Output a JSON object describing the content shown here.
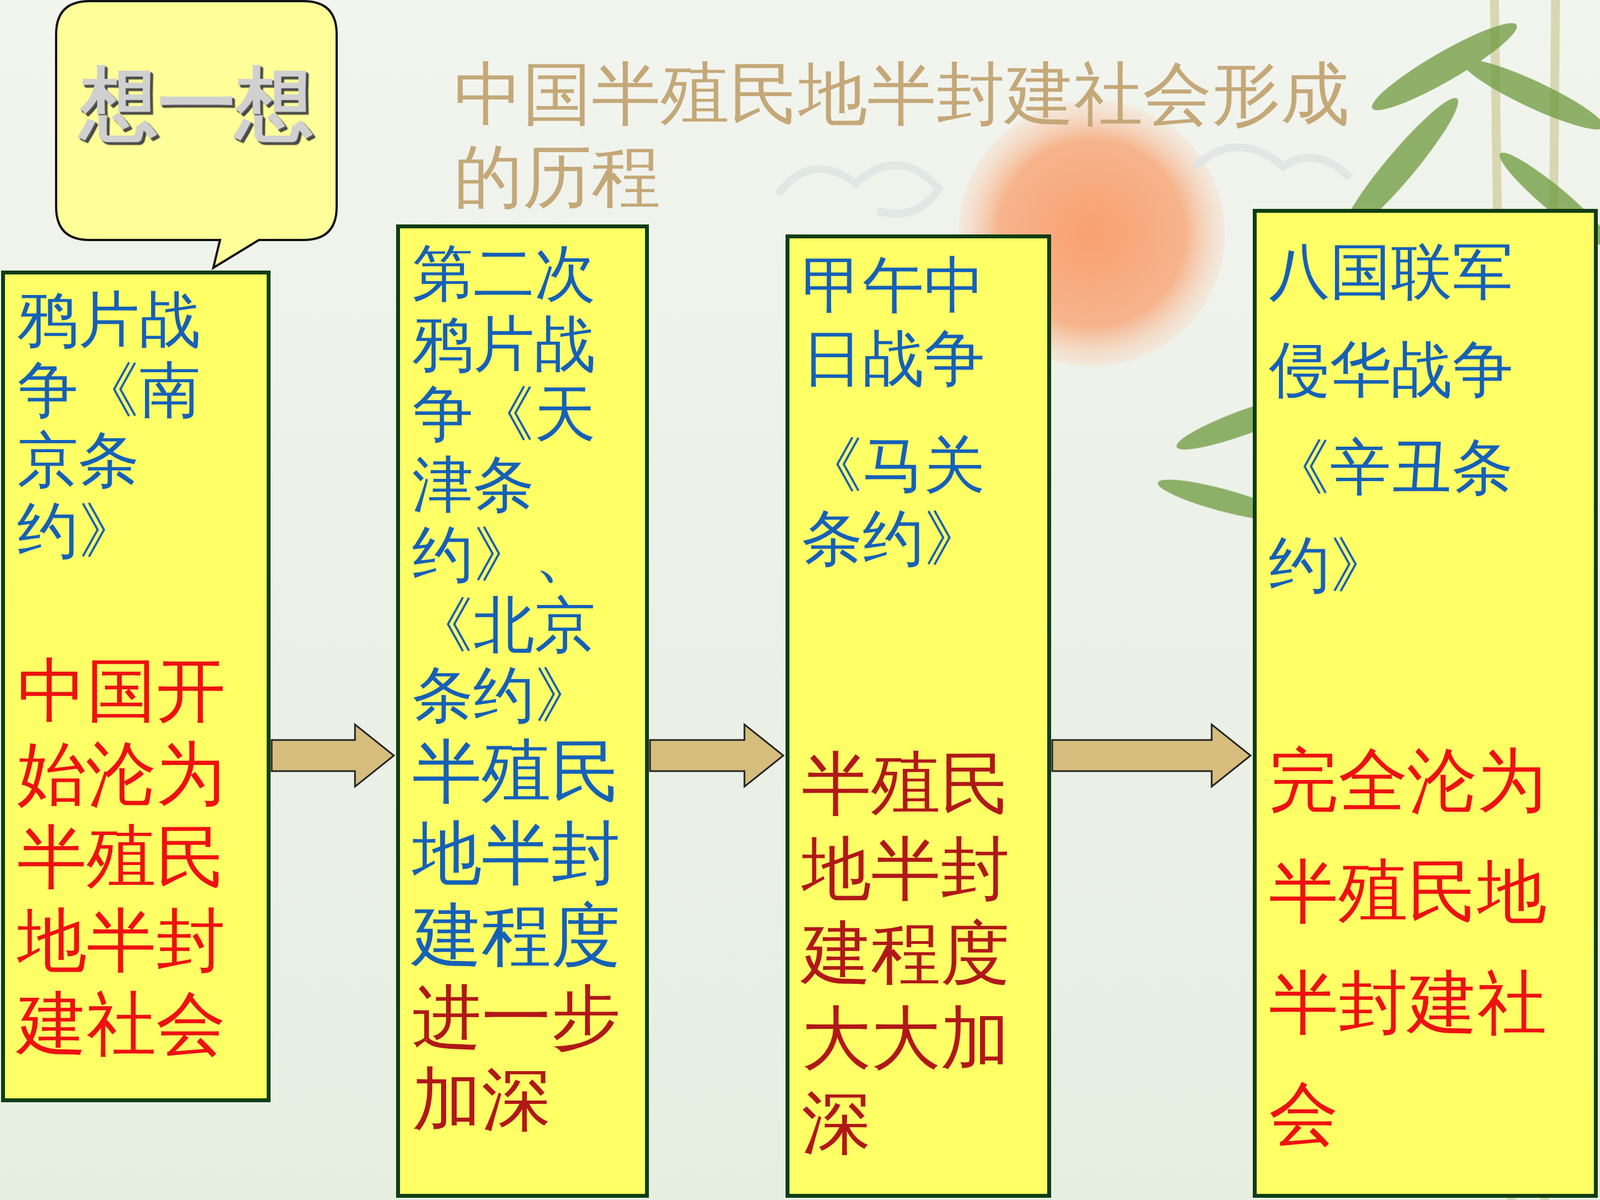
{
  "diagram": {
    "title": "中国半殖民地半封建社会形成的历程",
    "nodes": [
      {
        "text": [
          "想一想"
        ]
      },
      {
        "text": [
          "鸦片战争《南京条约》",
          "中国开始沦为半殖民地半封建社会"
        ]
      },
      {
        "text": [
          "第二次鸦片战争《天津条约》、《北京条约》",
          "半殖民地半封建程度",
          "进一步加深"
        ]
      },
      {
        "text": [
          "甲午中日战争",
          "《马关条约》",
          "半殖民地半封建程度大大加深"
        ]
      },
      {
        "text": [
          "八国联军侵华战争",
          "《辛丑条约》",
          "完全沦为半殖民地半封建社会"
        ]
      }
    ],
    "edges": [
      {
        "from": 1,
        "to": 2,
        "arrow": "to"
      },
      {
        "from": 2,
        "to": 3,
        "arrow": "to"
      },
      {
        "from": 3,
        "to": 4,
        "arrow": "to"
      }
    ]
  }
}
